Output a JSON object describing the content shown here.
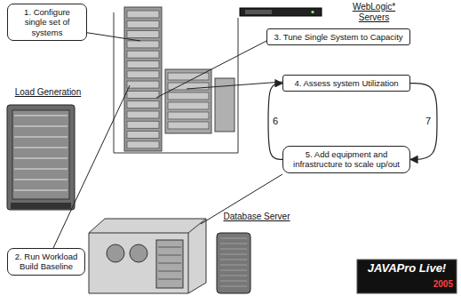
{
  "diagram": {
    "nodes": [
      {
        "text": [
          "1. Configure single set of systems"
        ]
      },
      {
        "text": [
          "2. Run Workload Build Baseline"
        ]
      },
      {
        "text": [
          "3. Tune Single System to Capacity"
        ]
      },
      {
        "text": [
          "4. Assess system Utilization"
        ]
      },
      {
        "text": [
          "5. Add equipment and infrastructure to scale up/out"
        ]
      }
    ],
    "edges": [
      {
        "from": 4,
        "to": 3,
        "label": "6",
        "arrow": "to"
      },
      {
        "from": 3,
        "to": 4,
        "label": "7",
        "arrow": "to"
      }
    ],
    "labels": [
      "WebLogic* Servers",
      "Load Generation",
      "Database Server",
      "JAVAPro Live!",
      "2005"
    ]
  }
}
